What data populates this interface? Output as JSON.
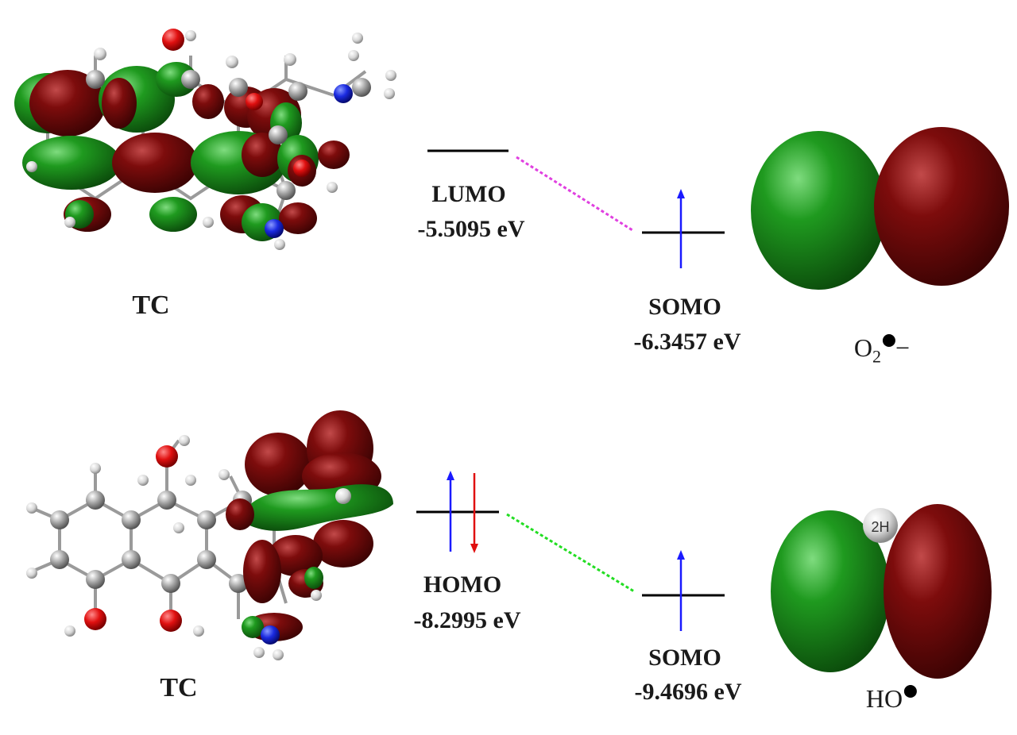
{
  "top": {
    "molecule_label": "TC",
    "lumo": {
      "name": "LUMO",
      "energy": "-5.5095 eV"
    },
    "somo": {
      "name": "SOMO",
      "energy": "-6.3457 eV"
    },
    "radical": {
      "base": "O",
      "subscript": "2",
      "charge": "−"
    },
    "connector_color": "#e040e0"
  },
  "bottom": {
    "molecule_label": "TC",
    "homo": {
      "name": "HOMO",
      "energy": "-8.2995 eV"
    },
    "somo": {
      "name": "SOMO",
      "energy": "-9.4696 eV"
    },
    "radical": {
      "base": "HO",
      "atom_label": "2H"
    },
    "connector_color": "#22dd22"
  },
  "colors": {
    "lobe_green": "#1f8f1f",
    "lobe_red": "#7a0a0a",
    "spin_up": "#1a1aff",
    "spin_down": "#e01010"
  }
}
